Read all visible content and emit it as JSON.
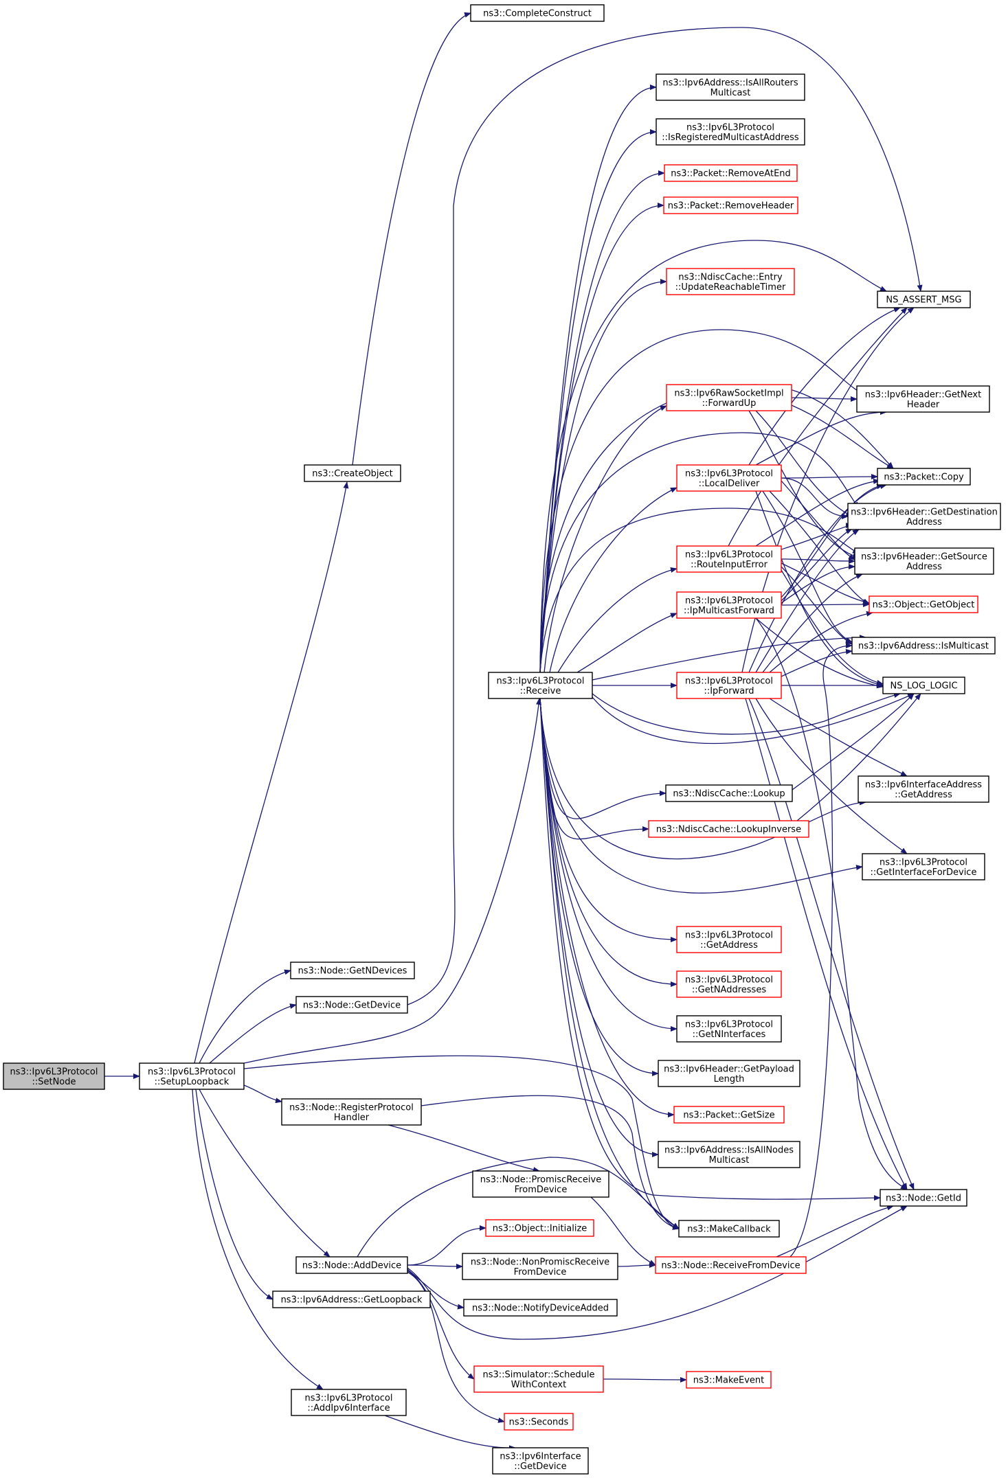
{
  "diagram": {
    "title": "",
    "colors": {
      "edge": "#191970",
      "border_normal": "#000000",
      "border_red": "#ff0000",
      "fill_root": "#bfbfbf",
      "fill_node": "#ffffff"
    },
    "nodes": {
      "setnode": {
        "lines": [
          "ns3::Ipv6L3Protocol",
          "::SetNode"
        ],
        "style": "root"
      },
      "setuploopback": {
        "lines": [
          "ns3::Ipv6L3Protocol",
          "::SetupLoopback"
        ],
        "style": "normal"
      },
      "createobject": {
        "lines": [
          "ns3::CreateObject"
        ],
        "style": "normal"
      },
      "completeconstruct": {
        "lines": [
          "ns3::CompleteConstruct"
        ],
        "style": "normal"
      },
      "getndevices": {
        "lines": [
          "ns3::Node::GetNDevices"
        ],
        "style": "normal"
      },
      "getdevice": {
        "lines": [
          "ns3::Node::GetDevice"
        ],
        "style": "normal"
      },
      "registerprotocol": {
        "lines": [
          "ns3::Node::RegisterProtocol",
          "Handler"
        ],
        "style": "normal"
      },
      "adddevice": {
        "lines": [
          "ns3::Node::AddDevice"
        ],
        "style": "normal"
      },
      "getloopback": {
        "lines": [
          "ns3::Ipv6Address::GetLoopback"
        ],
        "style": "normal"
      },
      "addipv6interface": {
        "lines": [
          "ns3::Ipv6L3Protocol",
          "::AddIpv6Interface"
        ],
        "style": "normal"
      },
      "receive": {
        "lines": [
          "ns3::Ipv6L3Protocol",
          "::Receive"
        ],
        "style": "normal"
      },
      "isallrouters": {
        "lines": [
          "ns3::Ipv6Address::IsAllRouters",
          "Multicast"
        ],
        "style": "normal"
      },
      "isregisteredmc": {
        "lines": [
          "ns3::Ipv6L3Protocol",
          "::IsRegisteredMulticastAddress"
        ],
        "style": "normal"
      },
      "removeatend": {
        "lines": [
          "ns3::Packet::RemoveAtEnd"
        ],
        "style": "red"
      },
      "removeheader": {
        "lines": [
          "ns3::Packet::RemoveHeader"
        ],
        "style": "red"
      },
      "updatereachable": {
        "lines": [
          "ns3::NdiscCache::Entry",
          "::UpdateReachableTimer"
        ],
        "style": "red"
      },
      "forwardup": {
        "lines": [
          "ns3::Ipv6RawSocketImpl",
          "::ForwardUp"
        ],
        "style": "red"
      },
      "localdeliver": {
        "lines": [
          "ns3::Ipv6L3Protocol",
          "::LocalDeliver"
        ],
        "style": "red"
      },
      "routeinputerror": {
        "lines": [
          "ns3::Ipv6L3Protocol",
          "::RouteInputError"
        ],
        "style": "red"
      },
      "ipmulticastforward": {
        "lines": [
          "ns3::Ipv6L3Protocol",
          "::IpMulticastForward"
        ],
        "style": "red"
      },
      "ipforward": {
        "lines": [
          "ns3::Ipv6L3Protocol",
          "::IpForward"
        ],
        "style": "red"
      },
      "ndisclookup": {
        "lines": [
          "ns3::NdiscCache::Lookup"
        ],
        "style": "normal"
      },
      "ndisclookupinverse": {
        "lines": [
          "ns3::NdiscCache::LookupInverse"
        ],
        "style": "red"
      },
      "getaddress": {
        "lines": [
          "ns3::Ipv6L3Protocol",
          "::GetAddress"
        ],
        "style": "red"
      },
      "getnaddresses": {
        "lines": [
          "ns3::Ipv6L3Protocol",
          "::GetNAddresses"
        ],
        "style": "red"
      },
      "getninterfaces": {
        "lines": [
          "ns3::Ipv6L3Protocol",
          "::GetNInterfaces"
        ],
        "style": "normal"
      },
      "getpayloadlength": {
        "lines": [
          "ns3::Ipv6Header::GetPayload",
          "Length"
        ],
        "style": "normal"
      },
      "getsize": {
        "lines": [
          "ns3::Packet::GetSize"
        ],
        "style": "red"
      },
      "isallnodes": {
        "lines": [
          "ns3::Ipv6Address::IsAllNodes",
          "Multicast"
        ],
        "style": "normal"
      },
      "makecallback": {
        "lines": [
          "ns3::MakeCallback"
        ],
        "style": "normal"
      },
      "promiscreceive": {
        "lines": [
          "ns3::Node::PromiscReceive",
          "FromDevice"
        ],
        "style": "normal"
      },
      "objinitialize": {
        "lines": [
          "ns3::Object::Initialize"
        ],
        "style": "red"
      },
      "nonpromisc": {
        "lines": [
          "ns3::Node::NonPromiscReceive",
          "FromDevice"
        ],
        "style": "normal"
      },
      "receivefromdevice": {
        "lines": [
          "ns3::Node::ReceiveFromDevice"
        ],
        "style": "red"
      },
      "notifydeviceadded": {
        "lines": [
          "ns3::Node::NotifyDeviceAdded"
        ],
        "style": "normal"
      },
      "schedulewithcontext": {
        "lines": [
          "ns3::Simulator::Schedule",
          "WithContext"
        ],
        "style": "red"
      },
      "makeevent": {
        "lines": [
          "ns3::MakeEvent"
        ],
        "style": "red"
      },
      "seconds": {
        "lines": [
          "ns3::Seconds"
        ],
        "style": "red"
      },
      "ipv6ifgetdevice": {
        "lines": [
          "ns3::Ipv6Interface",
          "::GetDevice"
        ],
        "style": "normal"
      },
      "nsassertmsg": {
        "lines": [
          "NS_ASSERT_MSG"
        ],
        "style": "normal"
      },
      "getnextheader": {
        "lines": [
          "ns3::Ipv6Header::GetNext",
          "Header"
        ],
        "style": "normal"
      },
      "packetcopy": {
        "lines": [
          "ns3::Packet::Copy"
        ],
        "style": "normal"
      },
      "getdestination": {
        "lines": [
          "ns3::Ipv6Header::GetDestination",
          "Address"
        ],
        "style": "normal"
      },
      "getsource": {
        "lines": [
          "ns3::Ipv6Header::GetSource",
          "Address"
        ],
        "style": "normal"
      },
      "getobject": {
        "lines": [
          "ns3::Object::GetObject"
        ],
        "style": "red"
      },
      "ismulticast": {
        "lines": [
          "ns3::Ipv6Address::IsMulticast"
        ],
        "style": "normal"
      },
      "nsloglogic": {
        "lines": [
          "NS_LOG_LOGIC"
        ],
        "style": "normal"
      },
      "ifaddrgetaddress": {
        "lines": [
          "ns3::Ipv6InterfaceAddress",
          "::GetAddress"
        ],
        "style": "normal"
      },
      "getinterfacefordevice": {
        "lines": [
          "ns3::Ipv6L3Protocol",
          "::GetInterfaceForDevice"
        ],
        "style": "normal"
      },
      "nodegetid": {
        "lines": [
          "ns3::Node::GetId"
        ],
        "style": "normal"
      }
    }
  }
}
